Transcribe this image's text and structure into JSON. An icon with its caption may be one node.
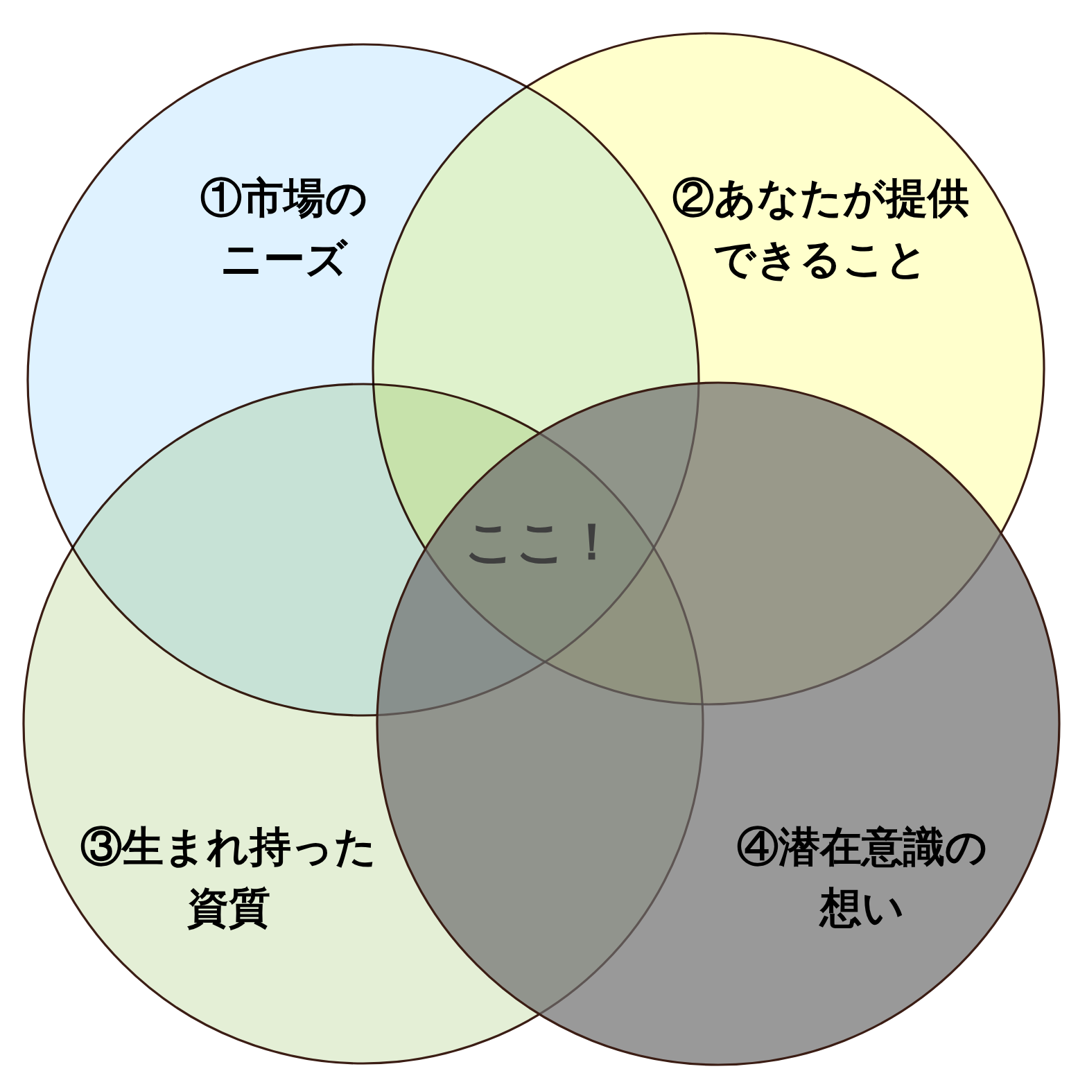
{
  "diagram": {
    "nodes": [
      {
        "text": [
          "①市場のニーズ"
        ]
      },
      {
        "text": [
          "②あなたが提供できること"
        ]
      },
      {
        "text": [
          "③生まれ持った資質"
        ]
      },
      {
        "text": [
          "④潜在意識の想い"
        ]
      }
    ],
    "labels": [
      "ここ！"
    ]
  }
}
